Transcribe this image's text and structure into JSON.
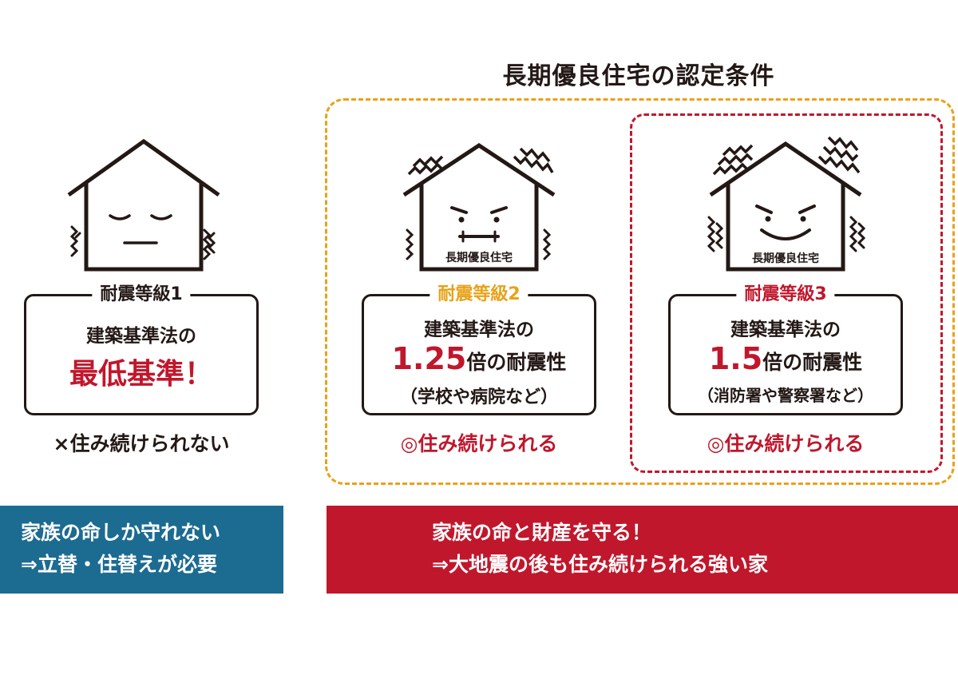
{
  "heading": "長期優良住宅の認定条件",
  "colors": {
    "text": "#231815",
    "orange": "#e8a219",
    "red": "#c0172c",
    "blue": "#1c6b91"
  },
  "columns": [
    {
      "grade": "耐震等級1",
      "line1": "建築基準法の",
      "line2": "最低基準！",
      "line3": "",
      "result": "×住み続けられない",
      "house_face": "sleepy-face-icon",
      "house_label": ""
    },
    {
      "grade": "耐震等級2",
      "line1": "建築基準法の",
      "line2_number": "1.25",
      "line2_suffix": "倍の耐震性",
      "line3": "（学校や病院など）",
      "result": "◎住み続けられる",
      "house_face": "determined-face-icon",
      "house_label": "長期優良住宅"
    },
    {
      "grade": "耐震等級3",
      "line1": "建築基準法の",
      "line2_number": "1.5",
      "line2_suffix": "倍の耐震性",
      "line3": "（消防署や警察署など）",
      "result": "◎住み続けられる",
      "house_face": "confident-smile-icon",
      "house_label": "長期優良住宅"
    }
  ],
  "banners": {
    "left": {
      "line1": "家族の命しか守れない",
      "line2": "⇒立替・住替えが必要"
    },
    "right": {
      "line1": "家族の命と財産を守る！",
      "line2": "⇒大地震の後も住み続けられる強い家"
    }
  }
}
